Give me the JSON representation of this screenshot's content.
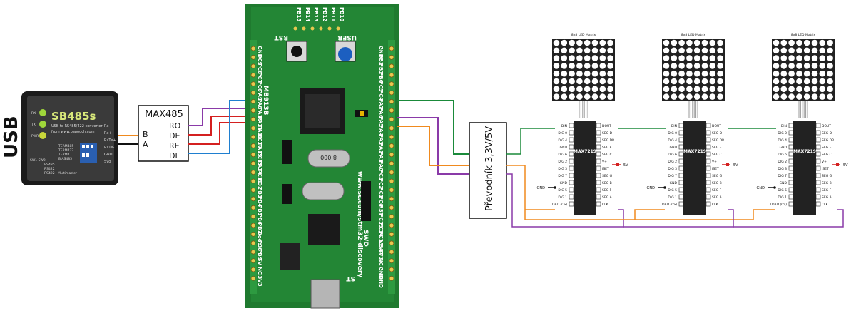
{
  "usb_label": "USB",
  "converter": {
    "brand": "SB485s",
    "subtitle": "USB to RS485/422 converter",
    "url": "from www.papouch.com",
    "side_labels": [
      "Rx-",
      "Rx+",
      "RxTx+",
      "RxTx-",
      "GND",
      "5Vo"
    ],
    "leds": [
      "RX",
      "TX",
      "PWR"
    ],
    "switch_labels": [
      "TERM485",
      "TERM422",
      "TERM4",
      "BIAS485"
    ],
    "mode_labels": [
      "RS485",
      "RS422",
      "RS422 - Multimaster"
    ],
    "dip_title": "SW1  SW2"
  },
  "max485": {
    "title": "MAX485",
    "left_pins": [
      "B",
      "A"
    ],
    "right_pins": [
      "RO",
      "DE",
      "RE",
      "DI"
    ]
  },
  "discovery": {
    "left_pins": [
      "GND",
      "PC9",
      "PC8",
      "PC7",
      "PC6",
      "PA9",
      "PA8",
      "PA10",
      "PA11",
      "PA12",
      "PC10",
      "PA15",
      "PC11",
      "PA14",
      "PC12",
      "PD2",
      "PB3",
      "PB4",
      "PB5",
      "PB6",
      "PB7",
      "Boot",
      "PB8",
      "PB9",
      "5V",
      "NC",
      "3V3"
    ],
    "right_pins": [
      "GND",
      "PB2",
      "PB1",
      "PB0",
      "PC5",
      "PC4",
      "PA7",
      "PA6",
      "PA5",
      "PA4",
      "PA3",
      "PA2",
      "PA1",
      "PA0",
      "PC3",
      "PC2",
      "PC1",
      "PC0",
      "RST",
      "PC13",
      "PC14",
      "PC15",
      "VBAT",
      "3V3",
      "NC",
      "GND",
      "GND"
    ],
    "top_pins": [
      "PB15",
      "PB14",
      "PB13",
      "PB12",
      "PB11",
      "PB10"
    ],
    "chip_label": "MB913B",
    "url_text": "www.st.com/stm32-discovery",
    "buttons": [
      "RST",
      "USER"
    ],
    "xtal": "8.000",
    "swd": "SWD"
  },
  "converter_box": {
    "label": "Převodník 3,3V/5V"
  },
  "matrices": [
    {
      "title": "8x8 LED Matrix"
    },
    {
      "title": "8x8 LED Matrix"
    },
    {
      "title": "8x8 LED Matrix"
    }
  ],
  "max7219": {
    "label": "MAX7219",
    "left_pins": [
      "DIN",
      "DIG 0",
      "DIG 4",
      "GND",
      "DIG 6",
      "DIG 2",
      "DIG 3",
      "DIG 7",
      "GND",
      "DIG 5",
      "DIG 1",
      "LOAD (CS)"
    ],
    "right_pins": [
      "DOUT",
      "SEG D",
      "SEG DP",
      "SEG E",
      "SEG C",
      "V+",
      "ISET",
      "SEG G",
      "SEG B",
      "SEG F",
      "SEG A",
      "CLK"
    ],
    "gnd_label": "GND",
    "vplus_label": "5V"
  },
  "colors": {
    "green_wire": "#1a8a3a",
    "orange_wire": "#f08a1e",
    "purple_wire": "#8a3aa8",
    "red_wire": "#d42020",
    "blue_wire": "#1f7fd0",
    "board_green": "#1f7a2f"
  }
}
